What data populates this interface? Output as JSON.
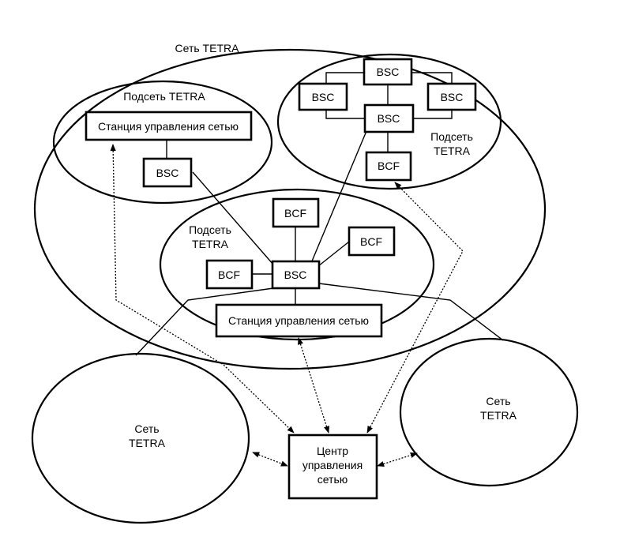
{
  "main_network": {
    "label": "Сеть TETRA"
  },
  "subnet_left": {
    "label": "Подсеть TETRA",
    "nms_label": "Станция управления сетью",
    "bsc_label": "BSC"
  },
  "subnet_right": {
    "label_line1": "Подсеть",
    "label_line2": "TETRA",
    "bsc_top_label": "BSC",
    "bsc_left_label": "BSC",
    "bsc_right_label": "BSC",
    "bsc_center_label": "BSC",
    "bcf_label": "BCF"
  },
  "subnet_center": {
    "label_line1": "Подсеть",
    "label_line2": "TETRA",
    "bcf_top_label": "BCF",
    "bcf_right_label": "BCF",
    "bcf_left_label": "BCF",
    "bsc_label": "BSC",
    "nms_label": "Станция управления сетью"
  },
  "network_left": {
    "label_line1": "Сеть",
    "label_line2": "TETRA"
  },
  "network_right": {
    "label_line1": "Сеть",
    "label_line2": "TETRA"
  },
  "control_center": {
    "label_line1": "Центр",
    "label_line2": "управления",
    "label_line3": "сетью"
  }
}
